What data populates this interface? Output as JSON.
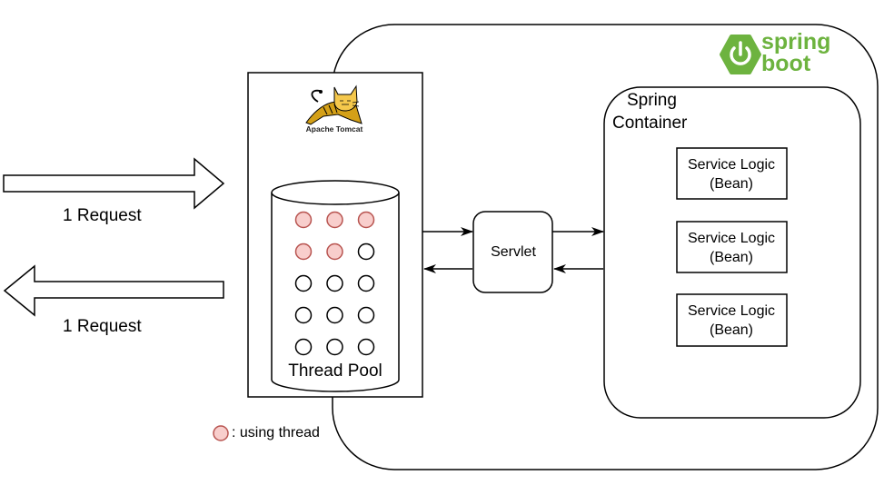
{
  "colors": {
    "stroke": "#000000",
    "thread_used_fill": "#f8cecc",
    "thread_used_stroke": "#b85450",
    "thread_free_fill": "#ffffff",
    "spring_green": "#6db33f",
    "tomcat_gold": "#d4a017"
  },
  "incoming_arrow": {
    "label": "1 Request",
    "direction": "right"
  },
  "outgoing_arrow": {
    "label": "1 Request",
    "direction": "left"
  },
  "tomcat": {
    "logo_icon": "tomcat-cat-icon",
    "logo_text": "Apache Tomcat",
    "thread_pool": {
      "label": "Thread Pool",
      "rows": 5,
      "cols": 3,
      "threads": [
        [
          "used",
          "used",
          "used"
        ],
        [
          "used",
          "used",
          "free"
        ],
        [
          "free",
          "free",
          "free"
        ],
        [
          "free",
          "free",
          "free"
        ],
        [
          "free",
          "free",
          "free"
        ]
      ]
    }
  },
  "servlet": {
    "label": "Servlet"
  },
  "spring_boot": {
    "logo_icon": "spring-power-icon",
    "brand_line1": "spring",
    "brand_line2": "boot"
  },
  "spring_container": {
    "label_line1": "Spring",
    "label_line2": "Container",
    "beans": [
      {
        "line1": "Service Logic",
        "line2": "(Bean)"
      },
      {
        "line1": "Service Logic",
        "line2": "(Bean)"
      },
      {
        "line1": "Service Logic",
        "line2": "(Bean)"
      }
    ]
  },
  "legend": {
    "label": ": using thread",
    "icon": "used-thread-circle-icon"
  }
}
